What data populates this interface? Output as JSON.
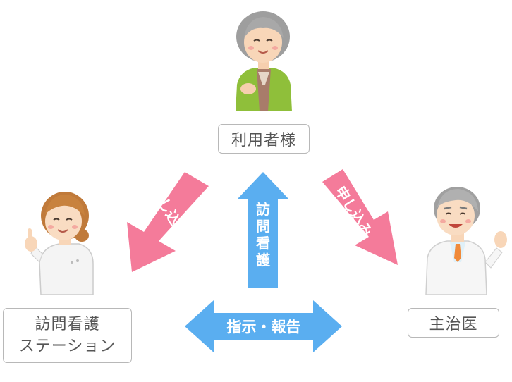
{
  "nodes": {
    "user": {
      "label": "利用者様"
    },
    "station": {
      "label_line1": "訪問看護",
      "label_line2": "ステーション"
    },
    "doctor": {
      "label": "主治医"
    }
  },
  "arrows": {
    "apply_left": {
      "text": "申し込み",
      "color": "#f47b9a",
      "from": "user",
      "to": "station"
    },
    "apply_right": {
      "text": "申し込み",
      "color": "#f47b9a",
      "from": "user",
      "to": "doctor"
    },
    "visit": {
      "text": "訪問看護",
      "color": "#5aaef0",
      "from": "station",
      "to": "user"
    },
    "report": {
      "text": "指示・報告",
      "color": "#5aaef0",
      "from": "station",
      "to": "doctor"
    }
  },
  "figures": {
    "user": "elderly-woman-figure",
    "station": "nurse-figure",
    "doctor": "doctor-figure"
  }
}
